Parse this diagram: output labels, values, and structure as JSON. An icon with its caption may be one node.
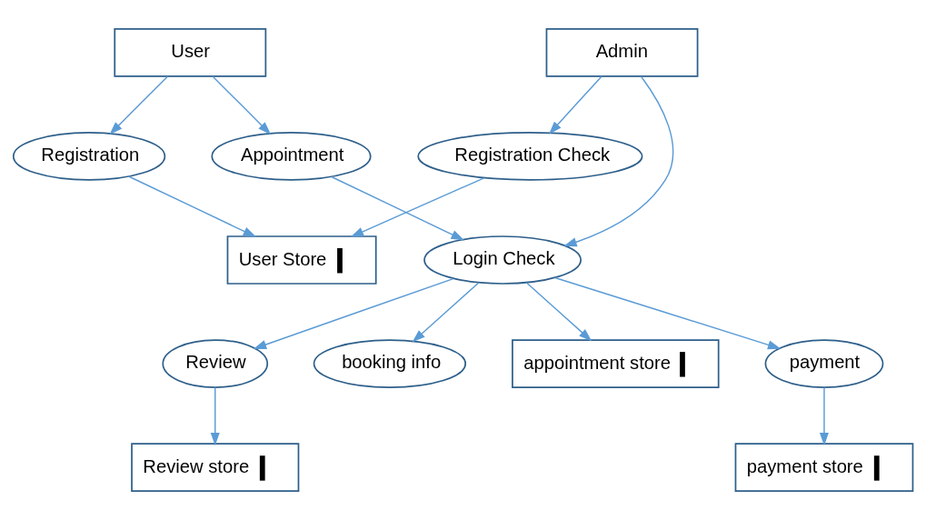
{
  "diagram": {
    "nodes": [
      {
        "text": [
          "User"
        ]
      },
      {
        "text": [
          "Registration"
        ]
      },
      {
        "text": [
          "Appointment"
        ]
      },
      {
        "text": [
          "Review"
        ]
      },
      {
        "text": [
          "User Store"
        ]
      },
      {
        "text": [
          "Review store"
        ]
      },
      {
        "text": [
          "Login Check"
        ]
      },
      {
        "text": [
          "Admin"
        ]
      },
      {
        "text": [
          "Registration Check"
        ]
      },
      {
        "text": [
          "booking info"
        ]
      },
      {
        "text": [
          "appointment store"
        ]
      },
      {
        "text": [
          "payment"
        ]
      },
      {
        "text": [
          "payment store"
        ]
      }
    ],
    "edges": [
      {
        "from": 0,
        "to": 1,
        "arrow": "to"
      },
      {
        "from": 0,
        "to": 2,
        "arrow": "to"
      },
      {
        "from": 1,
        "to": 4,
        "arrow": "to"
      },
      {
        "from": 2,
        "to": 6,
        "arrow": "to"
      },
      {
        "from": 6,
        "to": 3,
        "arrow": "to"
      },
      {
        "from": 3,
        "to": 5,
        "arrow": "to"
      },
      {
        "from": 7,
        "to": 6,
        "arrow": "to"
      },
      {
        "from": 7,
        "to": 8,
        "arrow": "to"
      },
      {
        "from": 8,
        "to": 4,
        "arrow": "to"
      },
      {
        "from": 6,
        "to": 9,
        "arrow": "to"
      },
      {
        "from": 6,
        "to": 10,
        "arrow": "to"
      },
      {
        "from": 6,
        "to": 11,
        "arrow": "to"
      },
      {
        "from": 11,
        "to": 12,
        "arrow": "to"
      }
    ]
  }
}
